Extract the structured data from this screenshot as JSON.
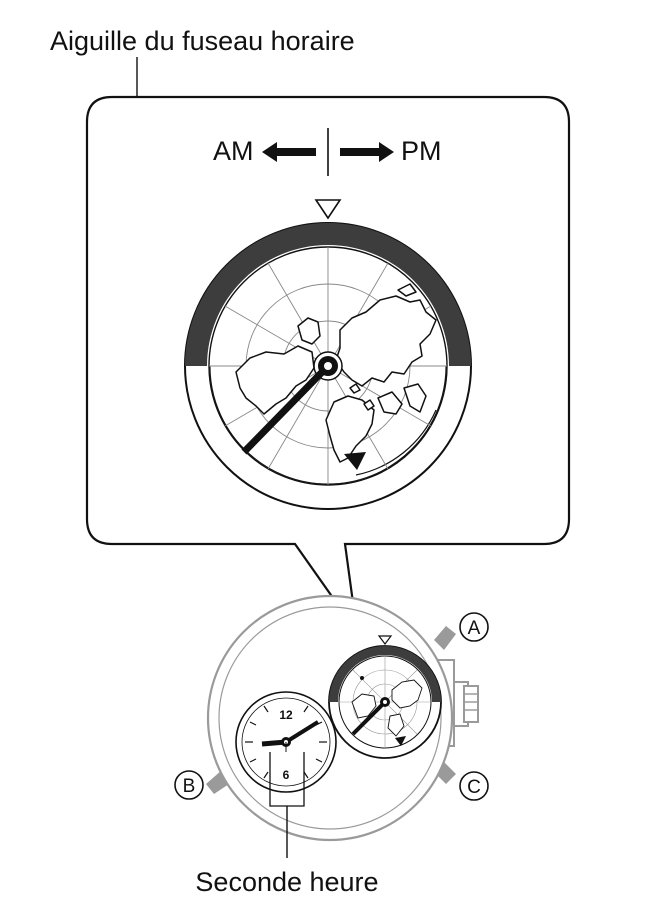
{
  "labels": {
    "top_callout": "Aiguille du fuseau horaire",
    "bottom_callout": "Seconde heure",
    "am": "AM",
    "pm": "PM"
  },
  "buttons": {
    "a": "A",
    "b": "B",
    "c": "C"
  },
  "small_dial": {
    "twelve": "12",
    "six": "6"
  },
  "colors": {
    "line": "#111111",
    "band": "#3d3d3d",
    "bezel": "#9a9a9a",
    "pusher": "#9a9a9a"
  },
  "icons": [
    "arrow-left-icon",
    "arrow-right-icon",
    "triangle-down-icon",
    "globe-map-icon"
  ]
}
